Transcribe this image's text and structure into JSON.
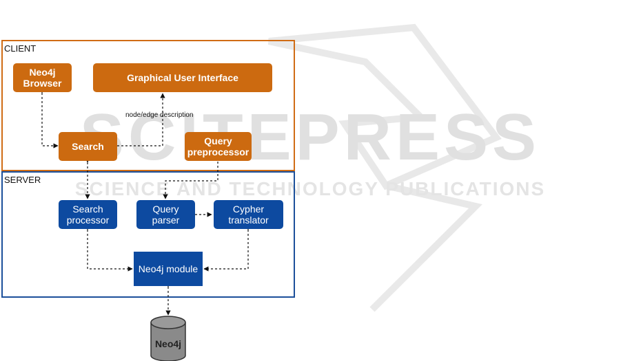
{
  "client": {
    "label": "CLIENT",
    "neo4j_browser": "Neo4j\nBrowser",
    "gui": "Graphical User Interface",
    "search": "Search",
    "query_preprocessor": "Query\npreprocessor",
    "edge_label": "node/edge description"
  },
  "server": {
    "label": "SERVER",
    "search_processor": "Search\nprocessor",
    "query_parser": "Query\nparser",
    "cypher_translator": "Cypher\ntranslator",
    "neo4j_module": "Neo4j module"
  },
  "database": {
    "label": "Neo4j"
  },
  "watermark": {
    "text": "SCITEPRESS",
    "subtext": "SCIENCE AND TECHNOLOGY PUBLICATIONS"
  },
  "colors": {
    "client_accent": "#cc6a10",
    "server_accent": "#0d4aa0",
    "database_fill": "#8a8a8a"
  }
}
